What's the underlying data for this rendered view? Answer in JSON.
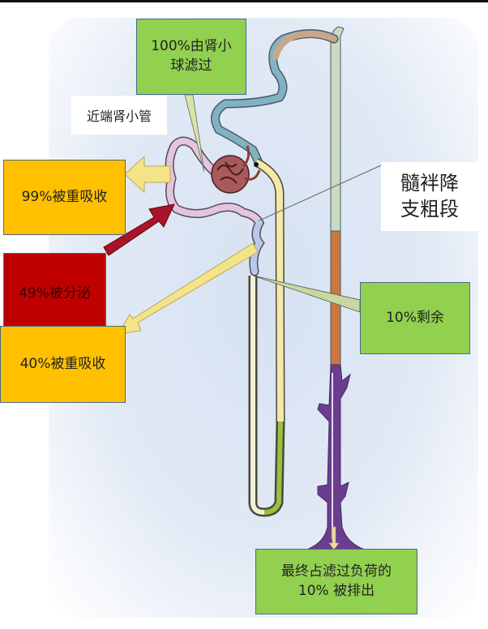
{
  "labels": {
    "glomerular_filtration": "100%由肾小球滤过",
    "proximal_tubule": "近端肾小管",
    "reabsorbed_99": "99%被重吸收",
    "secreted_49": "49%被分泌",
    "reabsorbed_40": "40%被重吸收",
    "thick_descending_limb": "髓袢降支粗段",
    "remaining_10": "10%剩余",
    "excreted": "最终占滤过负荷的10% 被排出"
  },
  "colors": {
    "green_box": "#92d050",
    "orange_box": "#ffc000",
    "red_box": "#c00000",
    "collecting_duct_purple": "#6a3d8f",
    "duct_orange": "#c9783e"
  }
}
